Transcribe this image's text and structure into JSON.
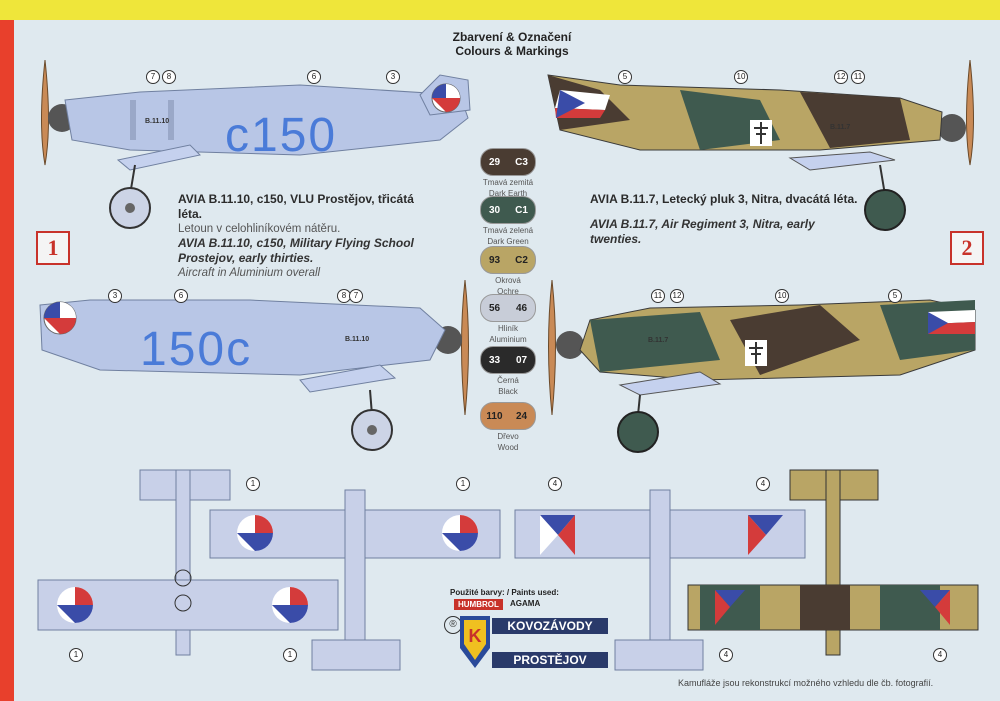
{
  "header": {
    "title_cz": "Zbarvení & Označení",
    "title_en": "Colours & Markings"
  },
  "aircraft1": {
    "number": "1",
    "line1": "AVIA B.11.10, c150, VLU Prostějov, třicátá",
    "line2": "léta.",
    "cz_note": "Letoun v celohliníkovém nátěru.",
    "en1": "AVIA B.11.10, c150, Military Flying School",
    "en2": "Prostejov, early thirties.",
    "en_note": "Aircraft in Aluminium overall",
    "code_top": "c150",
    "code_bottom": "150c",
    "serial": "B.11.10"
  },
  "aircraft2": {
    "number": "2",
    "line1": "AVIA B.11.7, Letecký pluk 3, Nitra, dvacátá léta.",
    "en1": "AVIA B.11.7, Air Regiment 3, Nitra, early",
    "en2": "twenties.",
    "serial": "B.11.7"
  },
  "swatches": [
    {
      "a": "29",
      "b": "C3",
      "cz": "Tmavá zemitá",
      "en": "Dark Earth",
      "color": "#4a3c32",
      "textcolor": "#ffffff"
    },
    {
      "a": "30",
      "b": "C1",
      "cz": "Tmavá zelená",
      "en": "Dark Green",
      "color": "#3f5a4f",
      "textcolor": "#ffffff"
    },
    {
      "a": "93",
      "b": "C2",
      "cz": "Okrová",
      "en": "Ochre",
      "color": "#b9a565",
      "textcolor": "#222222"
    },
    {
      "a": "56",
      "b": "46",
      "cz": "Hliník",
      "en": "Aluminium",
      "color": "#c8cdd8",
      "textcolor": "#222222"
    },
    {
      "a": "33",
      "b": "07",
      "cz": "Černá",
      "en": "Black",
      "color": "#2a2a2a",
      "textcolor": "#ffffff"
    },
    {
      "a": "110",
      "b": "24",
      "cz": "Dřevo",
      "en": "Wood",
      "color": "#c98a56",
      "textcolor": "#222222"
    }
  ],
  "callouts": {
    "c1": "1",
    "c3": "3",
    "c4": "4",
    "c5": "5",
    "c6": "6",
    "c7": "7",
    "c8": "8",
    "c10": "10",
    "c11": "11",
    "c12": "12"
  },
  "paints": {
    "label": "Použité barvy: / Paints used:",
    "humbrol": "HUMBROL",
    "agama": "AGAMA"
  },
  "brand": {
    "name1": "KOVOZÁVODY",
    "name2": "PROSTĚJOV",
    "reg": "®"
  },
  "footnote": "Kamufláže jsou rekonstrukcí možného vzhledu dle čb. fotografií."
}
